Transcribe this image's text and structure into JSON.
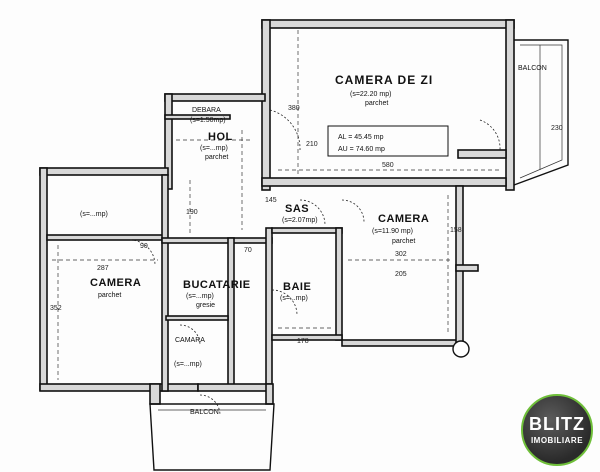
{
  "rooms": {
    "camera_de_zi": {
      "name": "CAMERA DE ZI",
      "area": "(s=22.20 mp)",
      "floor": "parchet"
    },
    "debara": {
      "name": "DEBARA",
      "area": "(s=1.50mp)"
    },
    "hol": {
      "name": "HOL",
      "area": "(s=...mp)",
      "floor": "parchet"
    },
    "sas": {
      "name": "SAS",
      "area": "(s=2.07mp)"
    },
    "camera_right": {
      "name": "CAMERA",
      "area": "(s=11.90 mp)",
      "floor": "parchet"
    },
    "camera_left": {
      "name": "CAMERA",
      "area": "(s=...mp)",
      "floor": "parchet"
    },
    "bucatarie": {
      "name": "BUCATARIE",
      "area": "(s=...mp)",
      "floor": "gresie"
    },
    "baie": {
      "name": "BAIE",
      "area": "(s=...mp)"
    },
    "camara": {
      "name": "CAMARA",
      "area": "(s=...mp)"
    },
    "balcon_top": {
      "name": "BALCON"
    },
    "balcon_bottom": {
      "name": "BALCON"
    }
  },
  "areas": {
    "al": "AL = 45.45 mp",
    "au": "AU = 74.60 mp"
  },
  "dimensions": {
    "d_580": "580",
    "d_380": "380",
    "d_287": "287",
    "d_352": "352",
    "d_302": "302",
    "d_205": "205",
    "d_178": "178",
    "d_158": "158",
    "d_230": "230",
    "d_190": "190",
    "d_145": "145",
    "d_90": "90",
    "d_70": "70",
    "d_210": "210"
  },
  "logo": {
    "brand": "BLITZ",
    "sub": "IMOBILIARE",
    "accent_color": "#6fbf3a"
  }
}
